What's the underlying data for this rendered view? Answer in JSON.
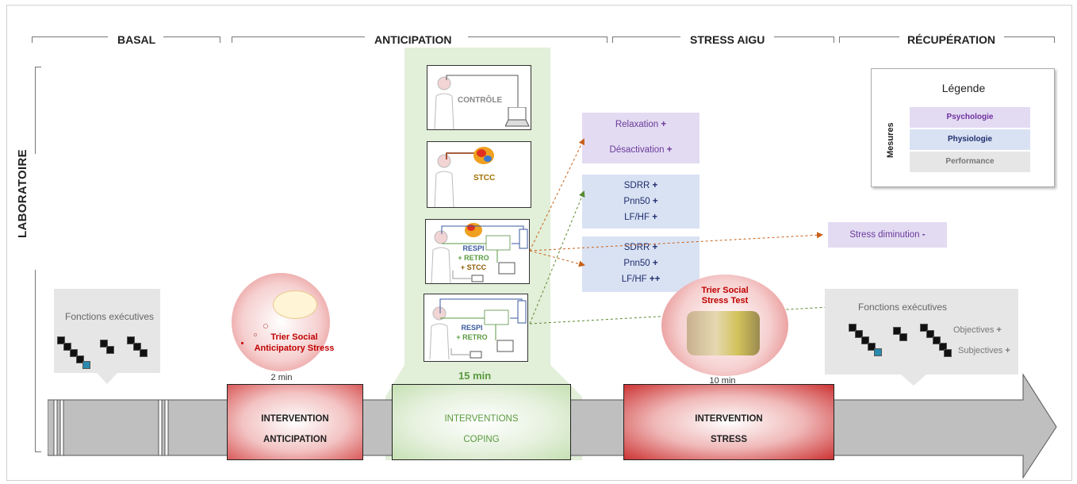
{
  "phases": [
    "BASAL",
    "ANTICIPATION",
    "STRESS AIGU",
    "RÉCUPÉRATION"
  ],
  "side_label": "LABORATOIRE",
  "legend": {
    "title": "Légende",
    "axis_label": "Mesures",
    "items": [
      "Psychologie",
      "Physiologie",
      "Performance"
    ],
    "colors": [
      "#e3dbf2",
      "#d9e2f3",
      "#e6e6e6"
    ]
  },
  "conditions": {
    "controle": "CONTRÔLE",
    "stcc": "STCC",
    "respi_retro_stcc": [
      "RESPI",
      "+ RETRO",
      "+ STCC"
    ],
    "respi_retro": [
      "RESPI",
      "+ RETRO"
    ]
  },
  "outcomes": {
    "psych": [
      {
        "label": "Relaxation",
        "sign": "+"
      },
      {
        "label": "Désactivation",
        "sign": "+"
      }
    ],
    "physio1": [
      {
        "label": "SDRR",
        "sign": "+"
      },
      {
        "label": "Pnn50",
        "sign": "+"
      },
      {
        "label": "LF/HF",
        "sign": "+"
      }
    ],
    "physio2": [
      {
        "label": "SDRR",
        "sign": "+"
      },
      {
        "label": "Pnn50",
        "sign": "+"
      },
      {
        "label": "LF/HF",
        "sign": "++"
      }
    ],
    "stress": {
      "label": "Stress diminution",
      "sign": "-"
    }
  },
  "basal": {
    "title": "Fonctions exécutives"
  },
  "recovery": {
    "title": "Fonctions exécutives",
    "items": [
      {
        "label": "Objectives",
        "sign": "+"
      },
      {
        "label": "Subjectives",
        "sign": "+"
      }
    ]
  },
  "anticipation_circle": {
    "line1": "Trier Social",
    "line2": "Anticipatory Stress",
    "time": "2 min"
  },
  "stress_circle": {
    "line1": "Trier Social",
    "line2": "Stress Test",
    "time": "10 min"
  },
  "coping_time": "15 min",
  "interventions": {
    "anticipation": [
      "INTERVENTION",
      "ANTICIPATION"
    ],
    "coping": [
      "INTERVENTIONS",
      "COPING"
    ],
    "stress": [
      "INTERVENTION",
      "STRESS"
    ]
  }
}
